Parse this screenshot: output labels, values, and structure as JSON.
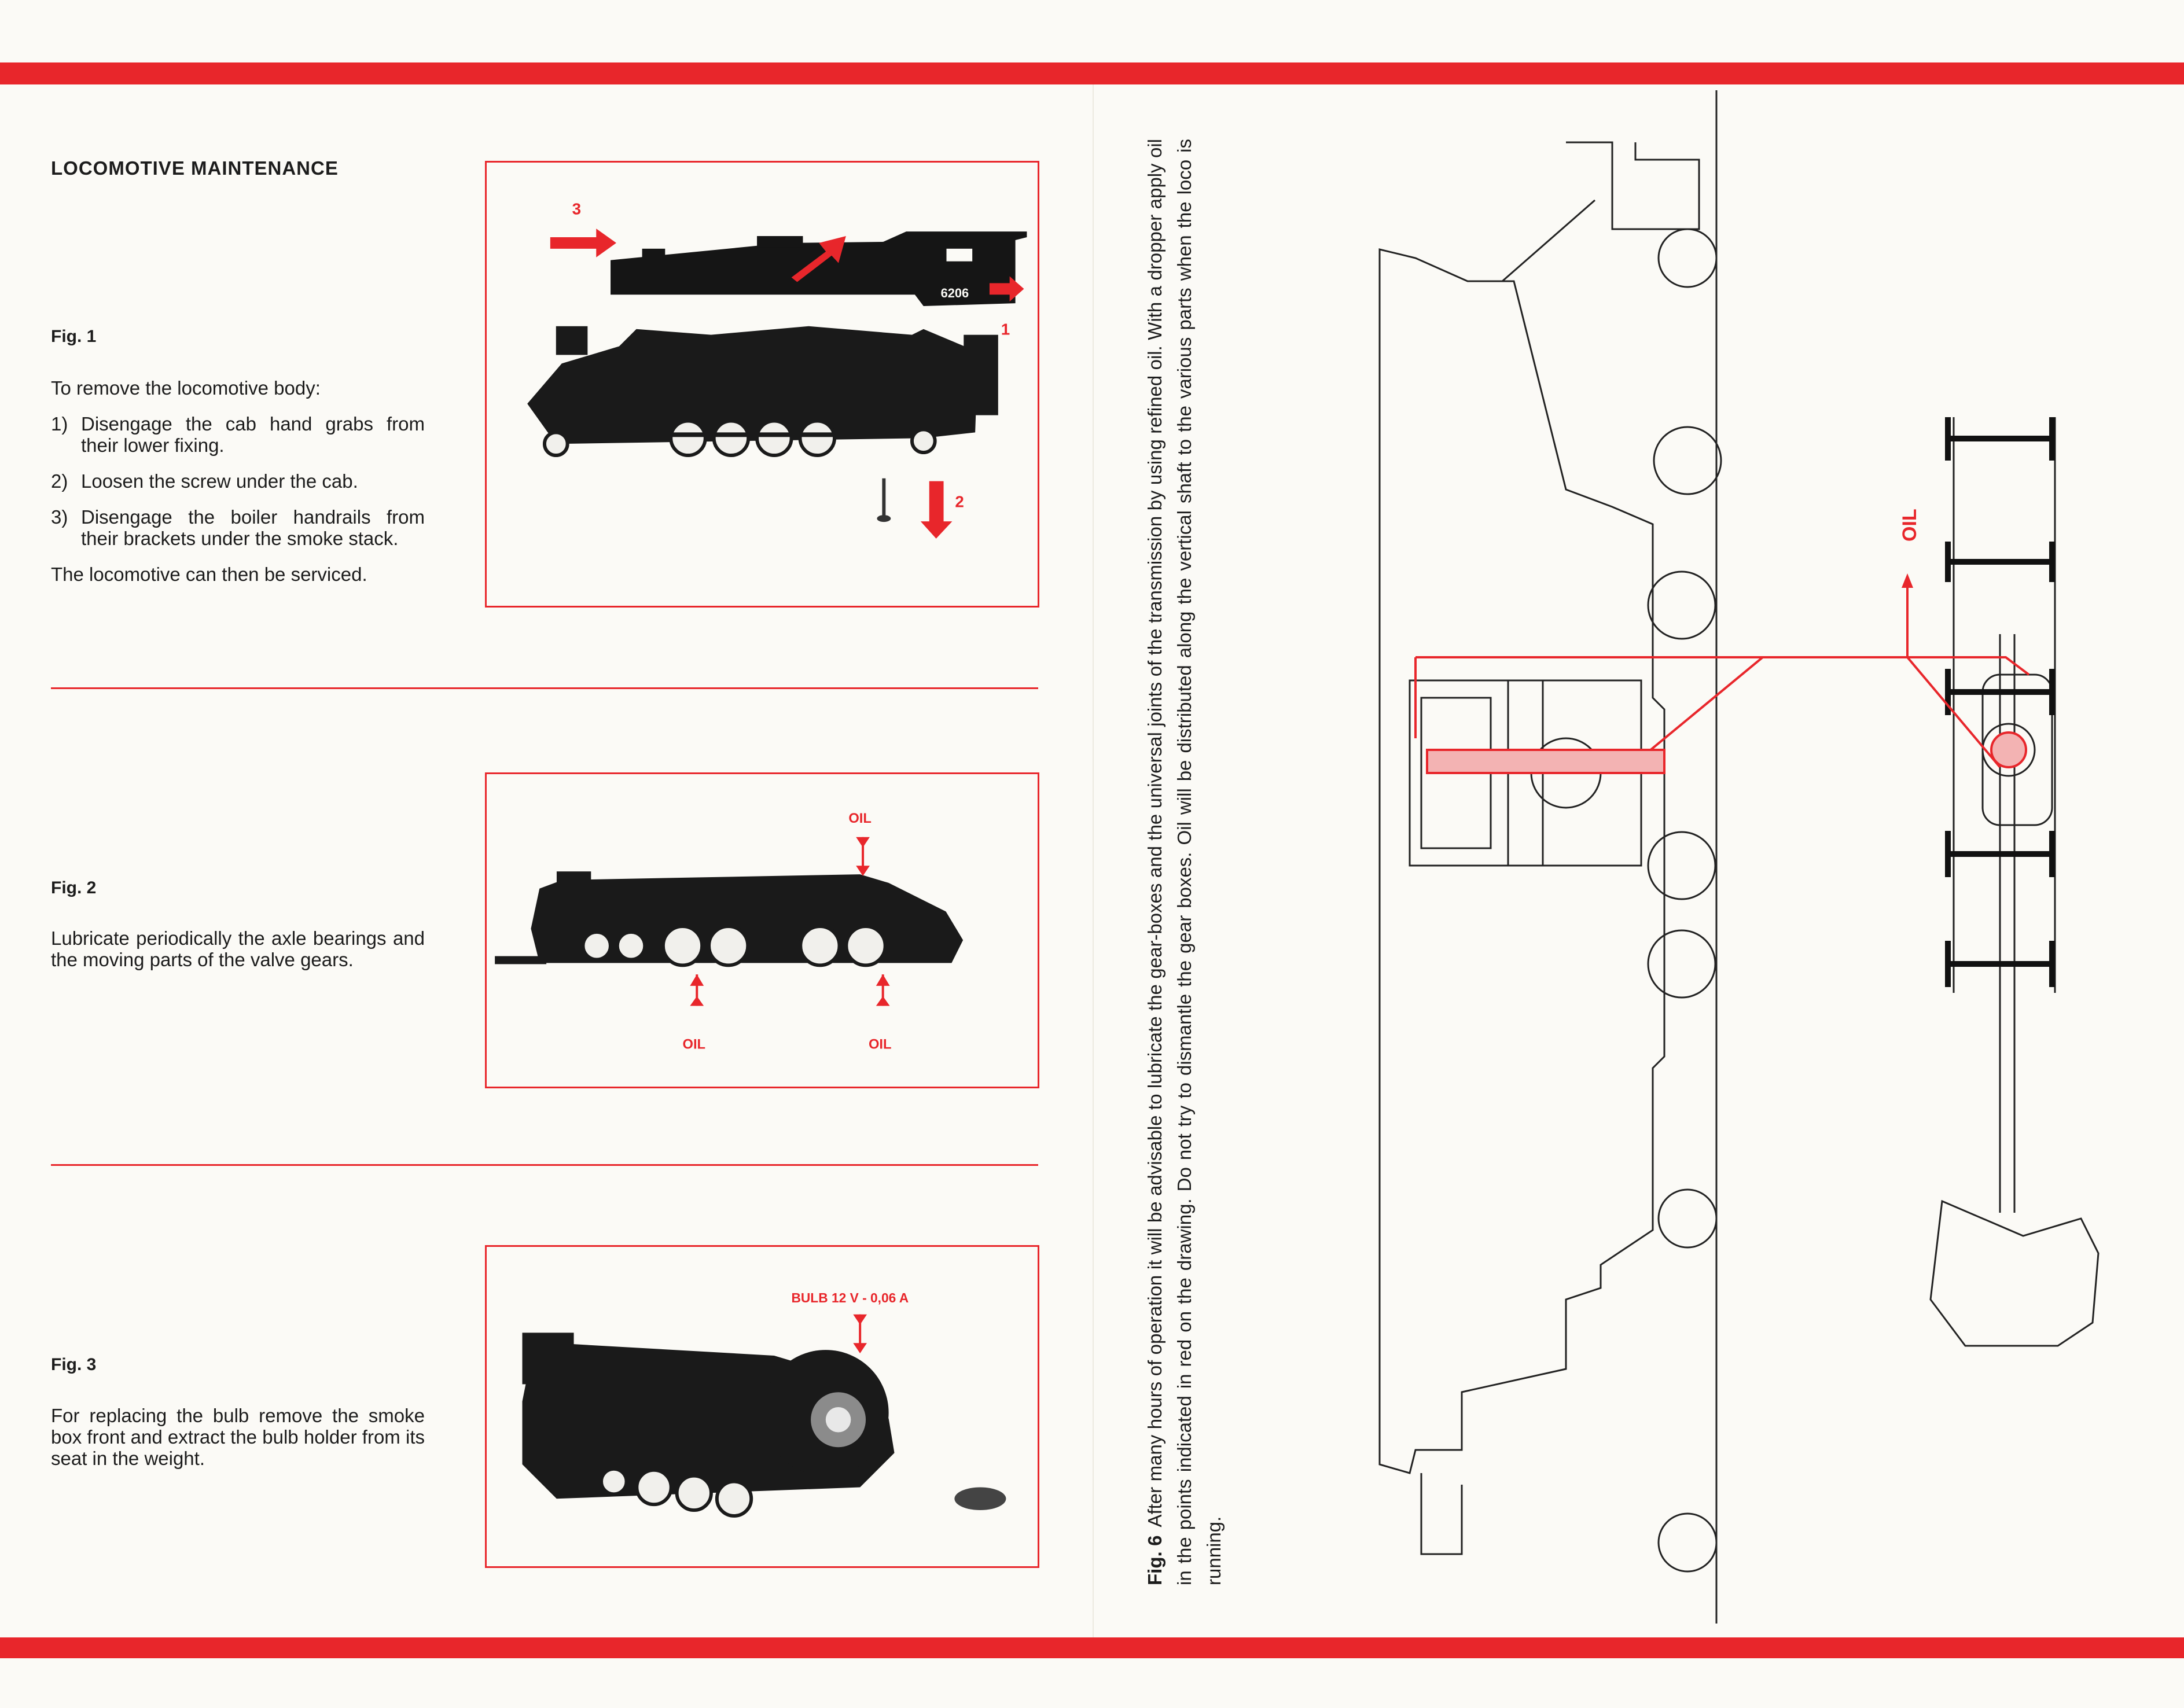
{
  "title": "LOCOMOTIVE MAINTENANCE",
  "fig1": {
    "label": "Fig. 1",
    "intro": "To remove the locomotive body:",
    "steps": [
      {
        "num": "1)",
        "text": "Disengage the cab hand grabs from their lower fixing."
      },
      {
        "num": "2)",
        "text": "Loosen the screw under the cab."
      },
      {
        "num": "3)",
        "text": "Disengage the boiler handrails from their brackets under the smoke stack."
      }
    ],
    "outro": "The locomotive can then be serviced.",
    "callouts": {
      "one": "1",
      "two": "2",
      "three": "3"
    },
    "cab_number": "6206"
  },
  "fig2": {
    "label": "Fig. 2",
    "text": "Lubricate periodically the axle bearings and the moving parts of the valve gears.",
    "oil_labels": [
      "OIL",
      "OIL",
      "OIL"
    ]
  },
  "fig3": {
    "label": "Fig. 3",
    "text": "For replacing the bulb remove the smoke box front and extract the bulb holder from its seat in the weight.",
    "bulb_label": "BULB 12 V - 0,06 A"
  },
  "fig6": {
    "label": "Fig. 6",
    "text": "After many hours of operation it will be advisable to lubricate the gear-boxes and the universal joints of the transmission by using refined oil. With a dropper apply oil in the points indicated in red on the drawing. Do not try to dismantle the gear boxes. Oil will be distributed along the vertical shaft to the various parts when the loco is running.",
    "oil_label": "OIL"
  },
  "colors": {
    "accent": "#e8262b",
    "ink": "#1c1c1c",
    "paper": "#fbfaf6"
  }
}
